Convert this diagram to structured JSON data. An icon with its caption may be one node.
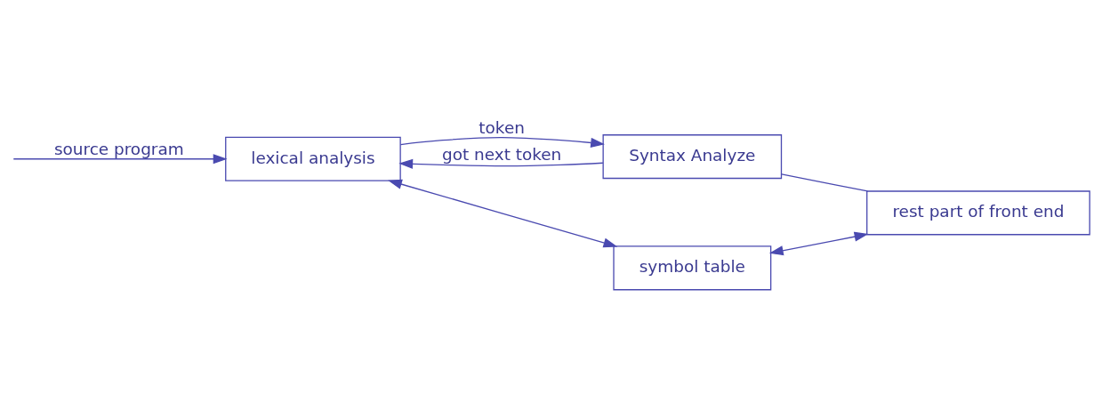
{
  "diagram": {
    "nodes": [
      {
        "text": [
          "lexical analysis"
        ]
      },
      {
        "text": [
          "Syntax Analyze"
        ]
      },
      {
        "text": [
          "rest part of front end"
        ]
      },
      {
        "text": [
          "symbol table"
        ]
      }
    ],
    "edges": [
      {
        "from": null,
        "to": 0,
        "arrow": "to",
        "label": "source program"
      },
      {
        "from": 0,
        "to": 1,
        "arrow": "to",
        "label": "token"
      },
      {
        "from": 1,
        "to": 0,
        "arrow": "to",
        "label": "got next token"
      },
      {
        "from": 1,
        "to": 2,
        "arrow": "none"
      },
      {
        "from": 0,
        "to": 3,
        "arrow": "both"
      },
      {
        "from": 2,
        "to": 3,
        "arrow": "both"
      }
    ]
  }
}
